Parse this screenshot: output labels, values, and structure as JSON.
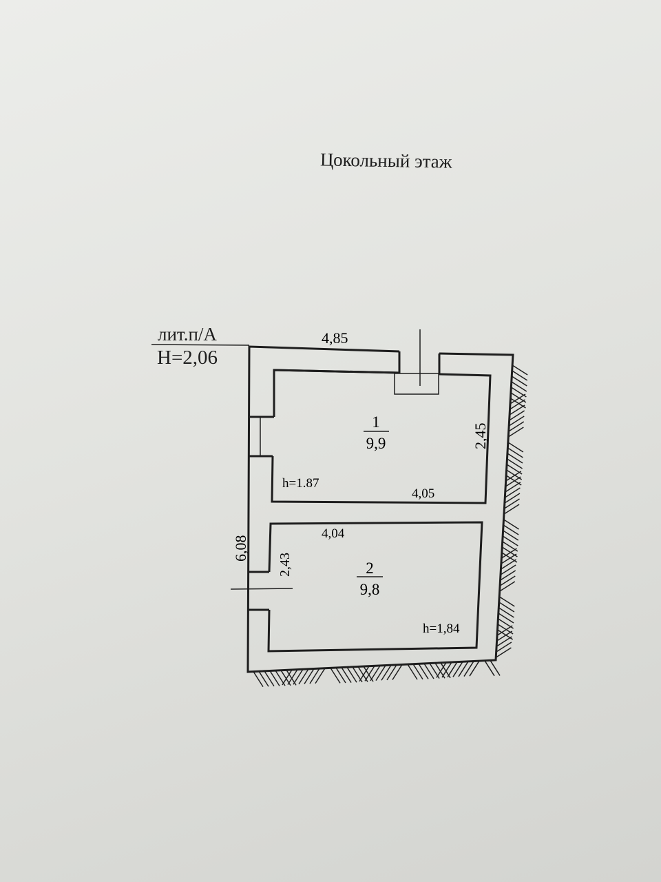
{
  "title": "Цокольный этаж",
  "building": {
    "litera": "лит.п/А",
    "height": "H=2,06"
  },
  "dimensions": {
    "outer_width": "4,85",
    "outer_length": "6,08"
  },
  "rooms": [
    {
      "number": "1",
      "area": "9,9",
      "height": "h=1.87",
      "width": "4,05",
      "length": "2,45"
    },
    {
      "number": "2",
      "area": "9,8",
      "height": "h=1,84",
      "width": "4,04",
      "length": "2,43"
    }
  ]
}
